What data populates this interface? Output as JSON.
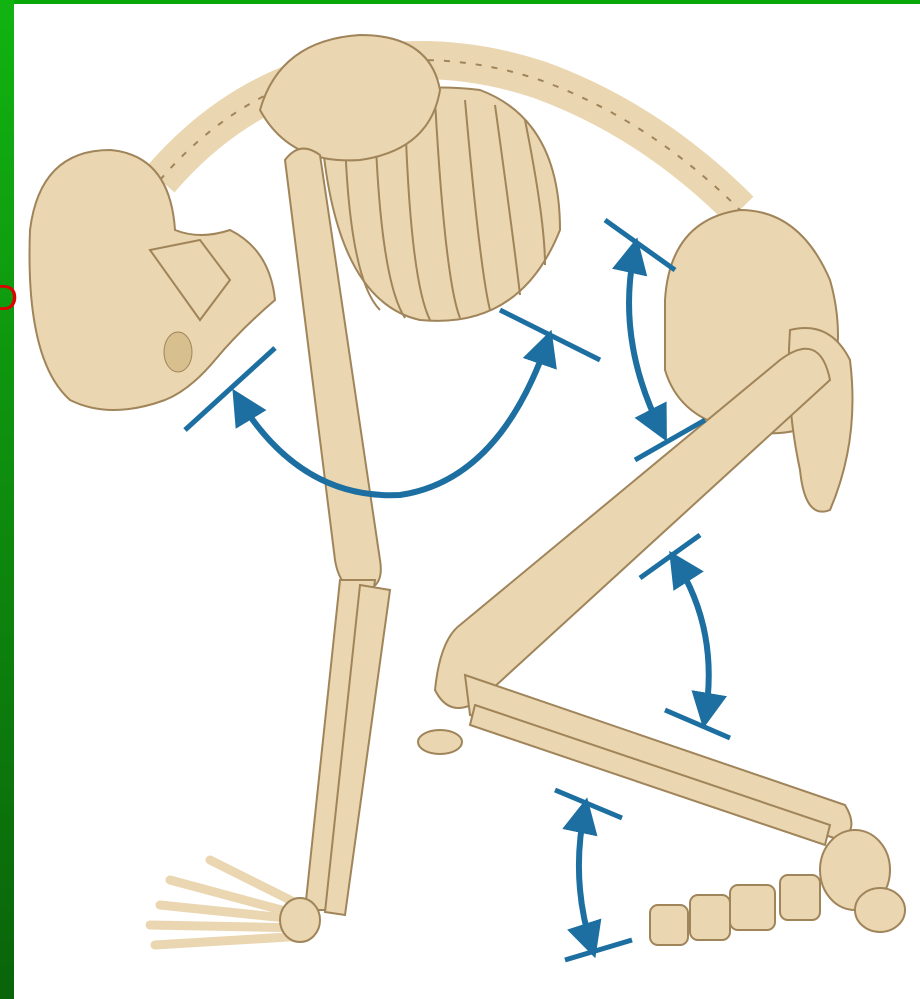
{
  "frame": {
    "border_color": "#09a809",
    "side_gradient_top": "#11b311",
    "side_gradient_bottom": "#0a640a",
    "edge_glyph": "D",
    "edge_glyph_color": "#e00000"
  },
  "illustration": {
    "bone_fill": "#ead6b0",
    "bone_stroke": "#a0845a",
    "arrow_color": "#1c6fa0",
    "flexed_joints": [
      "neck",
      "hip",
      "knee",
      "ankle"
    ]
  }
}
